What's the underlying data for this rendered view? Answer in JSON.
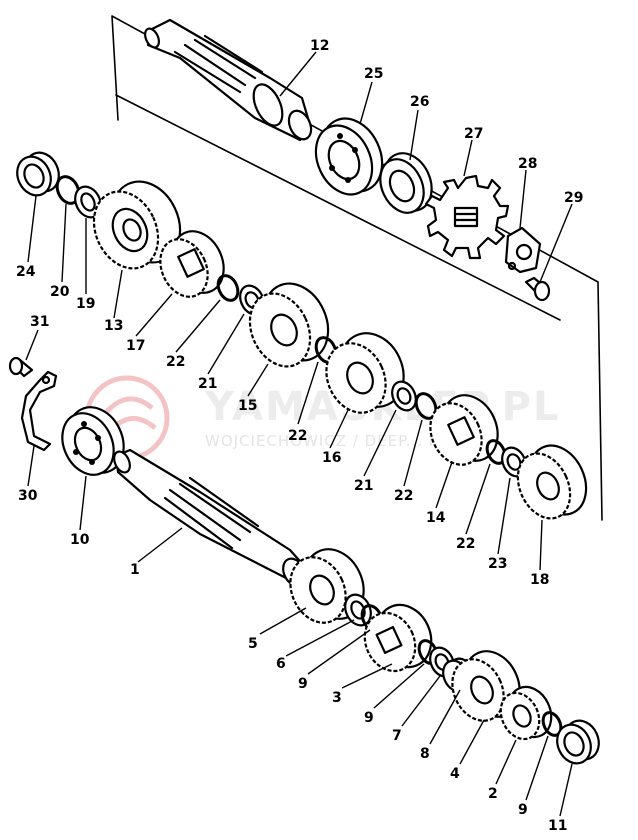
{
  "watermark": {
    "title": "YAMASKLEP.PL",
    "subtitle": "WOJCIECHOWICZ / DEEP... MOTO"
  },
  "callouts": [
    "1",
    "2",
    "3",
    "4",
    "5",
    "6",
    "7",
    "8",
    "9",
    "10",
    "11",
    "12",
    "13",
    "14",
    "15",
    "16",
    "17",
    "18",
    "19",
    "20",
    "21",
    "22",
    "23",
    "24",
    "25",
    "26",
    "27",
    "28",
    "29",
    "30",
    "31"
  ],
  "labels": {
    "n1": "1",
    "n2": "2",
    "n3": "3",
    "n4": "4",
    "n5": "5",
    "n6": "6",
    "n7": "7",
    "n8": "8",
    "n9a": "9",
    "n9b": "9",
    "n9c": "9",
    "n10": "10",
    "n11": "11",
    "n12": "12",
    "n13": "13",
    "n14": "14",
    "n15": "15",
    "n16": "16",
    "n17": "17",
    "n18": "18",
    "n19": "19",
    "n20": "20",
    "n21a": "21",
    "n21b": "21",
    "n22a": "22",
    "n22b": "22",
    "n22c": "22",
    "n22d": "22",
    "n23": "23",
    "n24": "24",
    "n25": "25",
    "n26": "26",
    "n27": "27",
    "n28": "28",
    "n29": "29",
    "n30": "30",
    "n31": "31"
  }
}
